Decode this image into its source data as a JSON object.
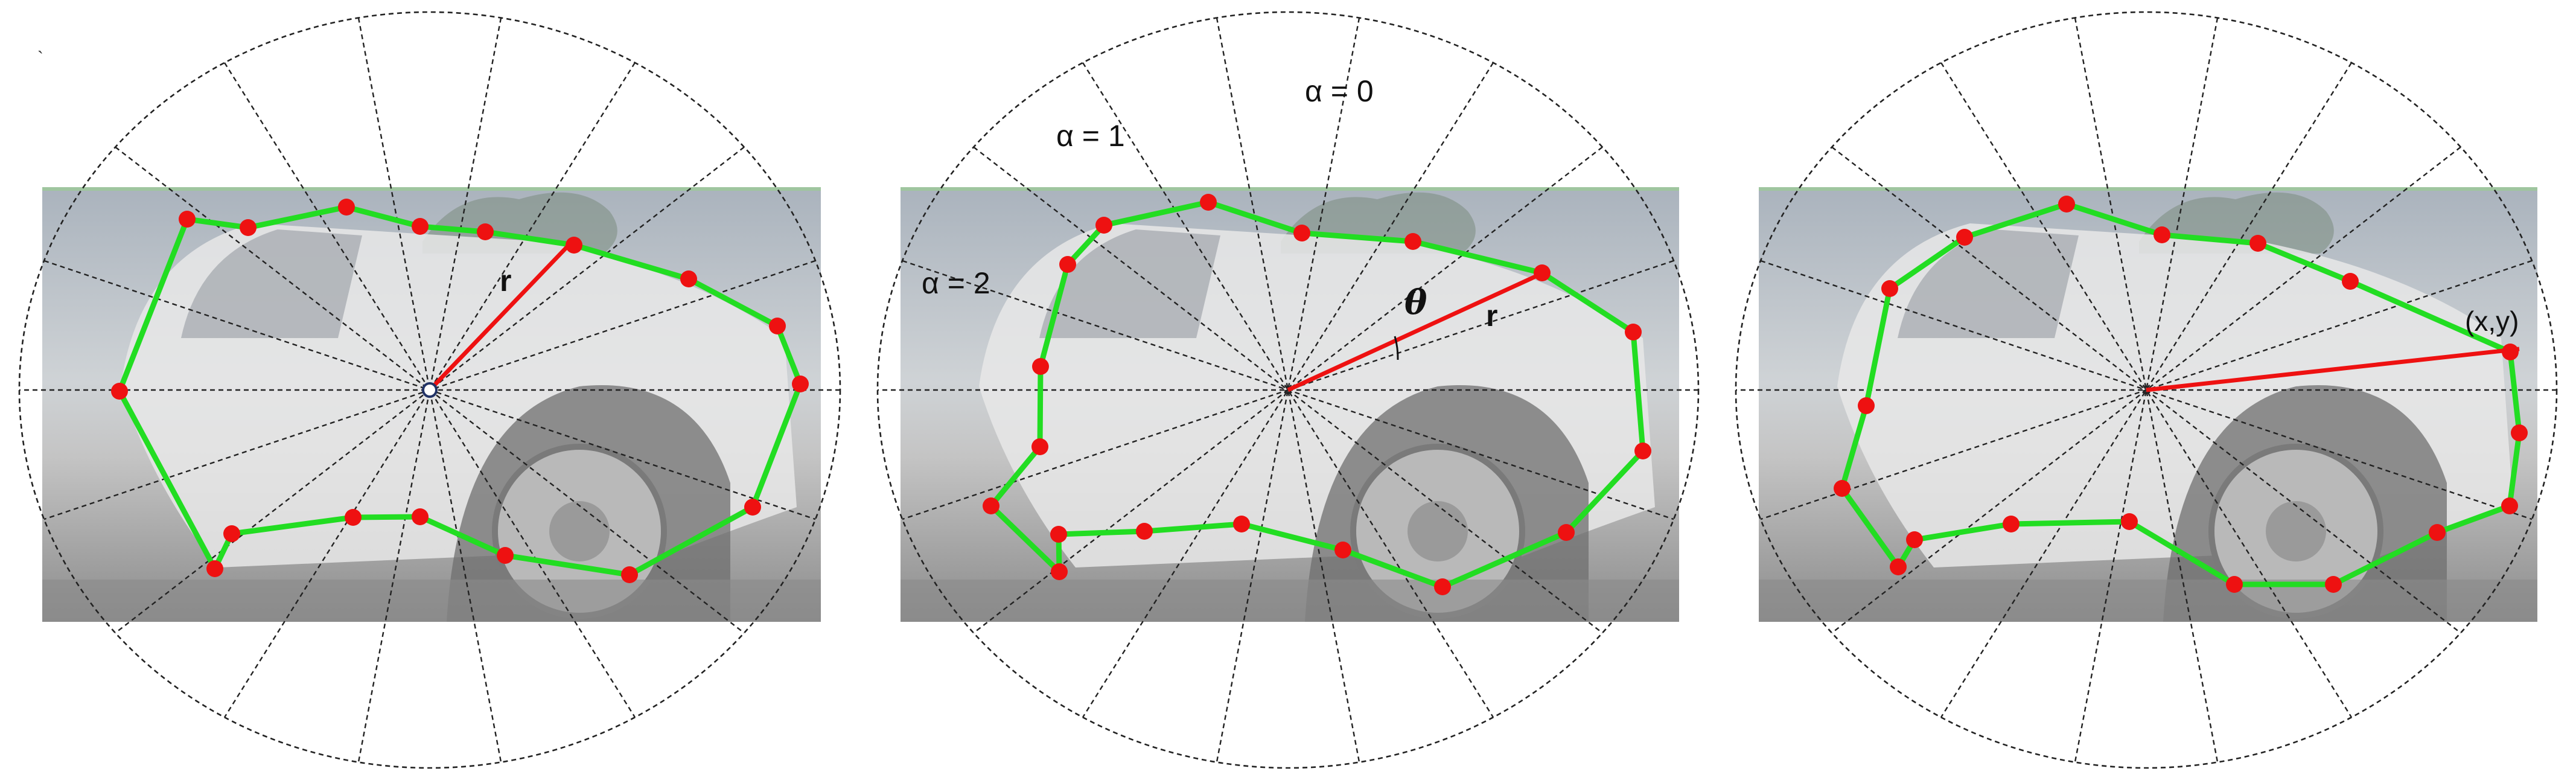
{
  "figure": {
    "stray_mark": "`",
    "panels": [
      {
        "id": "panel-1",
        "labels": {
          "r": "r"
        },
        "vertices": [
          [
            310,
            363
          ],
          [
            198,
            648
          ],
          [
            356,
            942
          ],
          [
            384,
            884
          ],
          [
            585,
            857
          ],
          [
            696,
            856
          ],
          [
            837,
            920
          ],
          [
            1043,
            952
          ],
          [
            1247,
            840
          ],
          [
            1326,
            636
          ],
          [
            1288,
            540
          ],
          [
            1141,
            462
          ],
          [
            951,
            406
          ],
          [
            804,
            384
          ],
          [
            696,
            375
          ],
          [
            574,
            343
          ],
          [
            411,
            377
          ]
        ]
      },
      {
        "id": "panel-2",
        "labels": {
          "alpha0": "α = 0",
          "alpha1": "α = 1",
          "alpha2": "α = 2",
          "theta": "θ",
          "r": "r"
        },
        "vertices": [
          [
            347,
            438
          ],
          [
            302,
            607
          ],
          [
            301,
            740
          ],
          [
            220,
            838
          ],
          [
            333,
            947
          ],
          [
            332,
            885
          ],
          [
            474,
            880
          ],
          [
            635,
            868
          ],
          [
            803,
            911
          ],
          [
            968,
            972
          ],
          [
            1173,
            882
          ],
          [
            1300,
            747
          ],
          [
            1284,
            550
          ],
          [
            1133,
            452
          ],
          [
            919,
            400
          ],
          [
            735,
            386
          ],
          [
            580,
            335
          ],
          [
            407,
            373
          ]
        ]
      },
      {
        "id": "panel-3",
        "labels": {
          "xy": "(x,y)"
        },
        "vertices": [
          [
            287,
            478
          ],
          [
            248,
            672
          ],
          [
            208,
            809
          ],
          [
            301,
            939
          ],
          [
            328,
            894
          ],
          [
            488,
            868
          ],
          [
            684,
            864
          ],
          [
            858,
            968
          ],
          [
            1022,
            968
          ],
          [
            1194,
            882
          ],
          [
            1314,
            838
          ],
          [
            1330,
            717
          ],
          [
            1315,
            583
          ],
          [
            1050,
            466
          ],
          [
            897,
            403
          ],
          [
            738,
            389
          ],
          [
            580,
            338
          ],
          [
            411,
            393
          ]
        ]
      }
    ]
  }
}
